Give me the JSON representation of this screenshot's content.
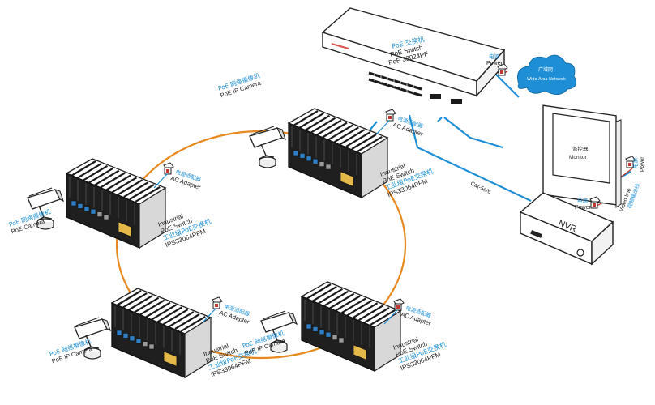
{
  "core_switch": {
    "label_cn": "PoE 交换机",
    "label_en": "PoE Switch",
    "model": "PoE 33024PF",
    "power_cn": "电源",
    "power_en": "Power"
  },
  "cloud": {
    "label_cn": "广域网",
    "label_en": "Wide Area Network"
  },
  "monitor": {
    "label_cn": "监控器",
    "label_en": "Monitor",
    "power_cn": "电源",
    "power_en": "Power"
  },
  "nvr": {
    "label": "NVR",
    "power_cn": "电源",
    "power_en": "Power",
    "video_cn": "视频输出线",
    "video_en": "Video line"
  },
  "cable_label": "Cat-5e/6",
  "ring_switches": [
    {
      "id": "top",
      "name_en_1": "Industrial",
      "name_en_2": "PoE Switch",
      "name_cn": "工业级PoE交换机",
      "model": "IPS33064PFM",
      "adapter_cn": "电源适配器",
      "adapter_en": "AC Adapter"
    },
    {
      "id": "left",
      "name_en_1": "Industrial",
      "name_en_2": "PoE Switch",
      "name_cn": "工业级PoE交换机",
      "model": "IPS33064PFM",
      "adapter_cn": "电源适配器",
      "adapter_en": "AC Adapter"
    },
    {
      "id": "bottom-left",
      "name_en_1": "Industrial",
      "name_en_2": "PoE Switch",
      "name_cn": "工业级PoE交换机",
      "model": "IPS33064PFM",
      "adapter_cn": "电源适配器",
      "adapter_en": "AC Adapter"
    },
    {
      "id": "bottom-right",
      "name_en_1": "Industrial",
      "name_en_2": "PoE Switch",
      "name_cn": "工业级PoE交换机",
      "model": "IPS33064PFM",
      "adapter_cn": "电源适配器",
      "adapter_en": "AC Adapter"
    }
  ],
  "cameras": [
    {
      "id": "top",
      "label_cn": "PoE 网络摄像机",
      "label_en": "PoE IP Camera"
    },
    {
      "id": "left",
      "label_cn": "PoE 网络摄像机",
      "label_en": "PoE Camera"
    },
    {
      "id": "bottom-left",
      "label_cn": "PoE 网络摄像机",
      "label_en": "PoE IP Camera"
    },
    {
      "id": "bottom-right",
      "label_cn": "PoE 网络摄像机",
      "label_en": "PoE IP Camera"
    }
  ],
  "colors": {
    "ring": "#e8891f",
    "link": "#1e8fd6",
    "cloud": "#1e8fd6",
    "power_cable": "#c0392b"
  }
}
